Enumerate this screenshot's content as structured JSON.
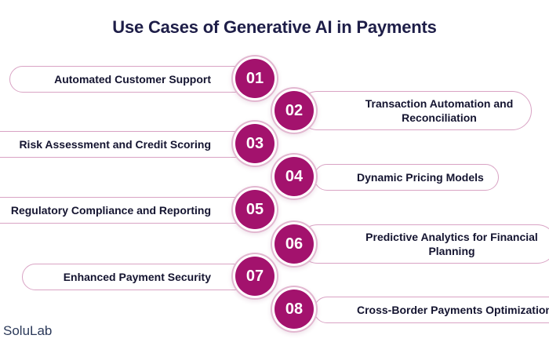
{
  "title": "Use Cases of Generative AI in Payments",
  "items": [
    {
      "number": "01",
      "label": "Automated Customer Support"
    },
    {
      "number": "02",
      "label": "Transaction Automation and Reconciliation"
    },
    {
      "number": "03",
      "label": "Risk Assessment and Credit Scoring"
    },
    {
      "number": "04",
      "label": "Dynamic Pricing Models"
    },
    {
      "number": "05",
      "label": "Regulatory Compliance and Reporting"
    },
    {
      "number": "06",
      "label": "Predictive Analytics for Financial Planning"
    },
    {
      "number": "07",
      "label": "Enhanced Payment Security"
    },
    {
      "number": "08",
      "label": "Cross-Border Payments Optimization"
    }
  ],
  "brand": "SoluLab",
  "colors": {
    "accent": "#a3126d",
    "pill_border": "#d9a3c4",
    "title": "#1e1e48"
  }
}
